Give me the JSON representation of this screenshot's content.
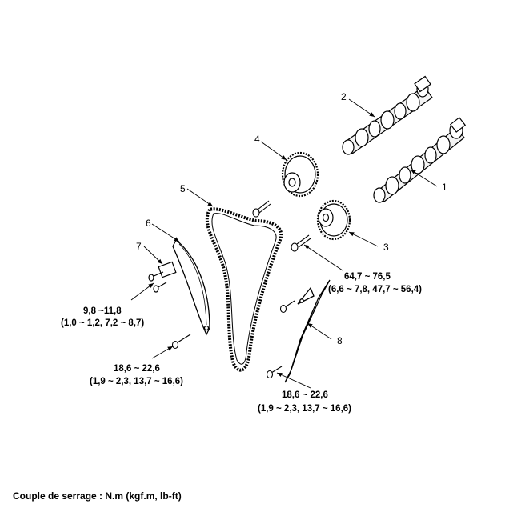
{
  "callouts": {
    "c1": "1",
    "c2": "2",
    "c3": "3",
    "c4": "4",
    "c5": "5",
    "c6": "6",
    "c7": "7",
    "c8": "8"
  },
  "torques": {
    "sprocket_bolt": {
      "nm": "64,7 ~ 76,5",
      "alt": "(6,6 ~ 7,8, 47,7 ~ 56,4)"
    },
    "small_bolt": {
      "nm": "9,8 ~11,8",
      "alt": "(1,0 ~ 1,2, 7,2 ~ 8,7)"
    },
    "guide_bolt_left": {
      "nm": "18,6 ~ 22,6",
      "alt": "(1,9 ~ 2,3, 13,7 ~ 16,6)"
    },
    "guide_bolt_right": {
      "nm": "18,6 ~ 22,6",
      "alt": "(1,9 ~ 2,3, 13,7 ~ 16,6)"
    }
  },
  "footer": "Couple de serrage : N.m (kgf.m, lb-ft)"
}
